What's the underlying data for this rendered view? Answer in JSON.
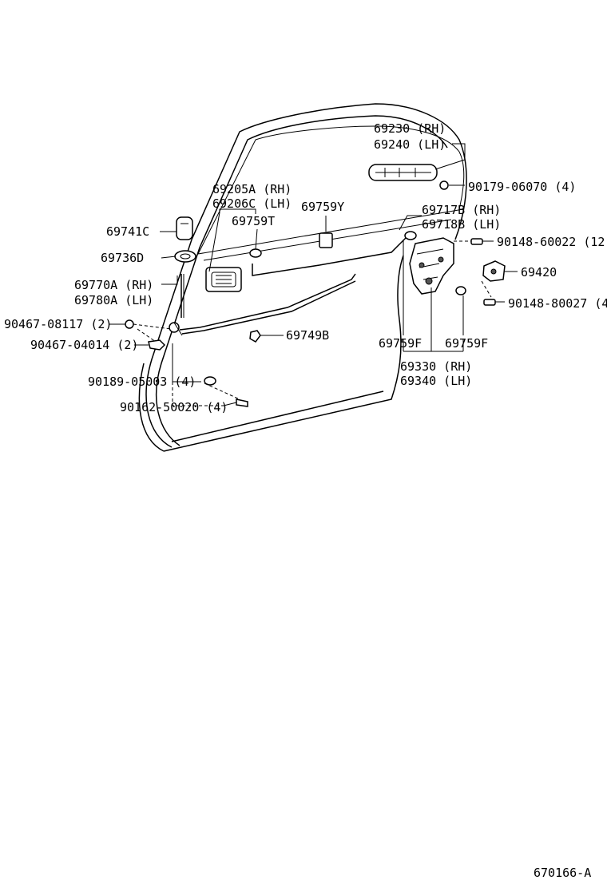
{
  "diagram_id": "670166-A",
  "labels": {
    "p69230": "69230 (RH)",
    "p69240": "69240 (LH)",
    "p90179": "90179-06070 (4)",
    "p69205a": "69205A (RH)",
    "p69206c": "69206C (LH)",
    "p69759y": "69759Y",
    "p69717b": "69717B (RH)",
    "p69718b": "69718B (LH)",
    "p69759t": "69759T",
    "p69741c": "69741C",
    "p90148_60022": "90148-60022 (12)",
    "p69736d": "69736D",
    "p69420": "69420",
    "p69770a": "69770A (RH)",
    "p69780a": "69780A (LH)",
    "p90148_80027": "90148-80027 (4",
    "p90467_08117": "90467-08117 (2)",
    "p90467_04014": "90467-04014 (2)",
    "p69749b": "69749B",
    "p69759f_left": "69759F",
    "p69759f_right": "69759F",
    "p69330": "69330 (RH)",
    "p69340": "69340 (LH)",
    "p90189": "90189-05003 (4)",
    "p90162": "90162-50020 (4)"
  }
}
